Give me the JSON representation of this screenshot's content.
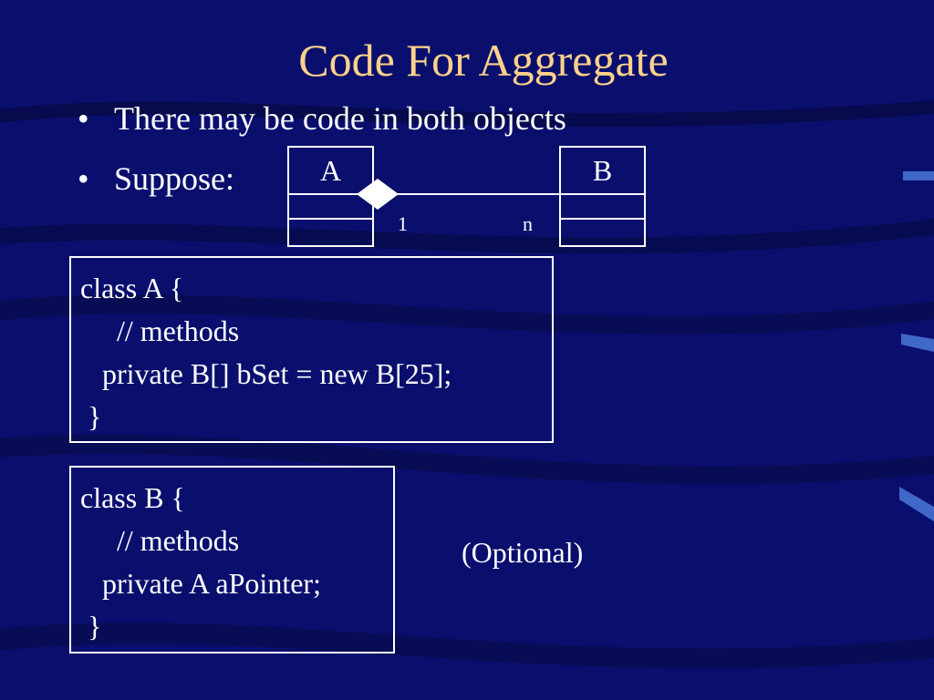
{
  "title": "Code For Aggregate",
  "bullets": [
    "There may be code in both objects",
    "Suppose:"
  ],
  "diagram": {
    "class_a": "A",
    "class_b": "B",
    "multiplicity_a": "1",
    "multiplicity_b": "n",
    "relationship": "aggregation"
  },
  "code_a": [
    "class A {",
    "     // methods",
    "   private B[] bSet = new B[25];",
    " }"
  ],
  "code_b": [
    "class B {",
    "     // methods",
    "   private A aPointer;",
    " }"
  ],
  "note": "(Optional)",
  "colors": {
    "background": "#0a0f6e",
    "title": "#ffd28a",
    "text": "#ffffff"
  }
}
